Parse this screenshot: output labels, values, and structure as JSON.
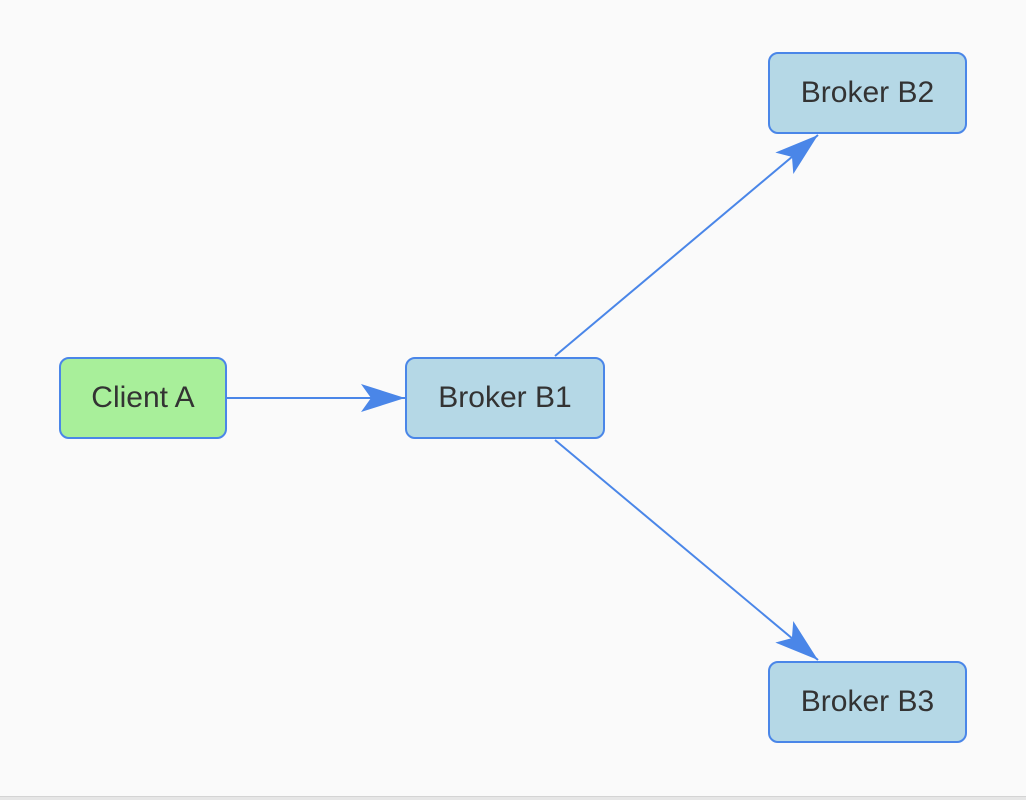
{
  "diagram": {
    "background": "#fafafa",
    "edge_color": "#4a86e8",
    "nodes": [
      {
        "id": "client-a",
        "label": "Client A",
        "fill": "#a8ef9a"
      },
      {
        "id": "broker-b1",
        "label": "Broker B1",
        "fill": "#b5d8e6"
      },
      {
        "id": "broker-b2",
        "label": "Broker B2",
        "fill": "#b5d8e6"
      },
      {
        "id": "broker-b3",
        "label": "Broker B3",
        "fill": "#b5d8e6"
      }
    ],
    "edges": [
      {
        "from": "client-a",
        "to": "broker-b1"
      },
      {
        "from": "broker-b1",
        "to": "broker-b2"
      },
      {
        "from": "broker-b1",
        "to": "broker-b3"
      }
    ]
  }
}
